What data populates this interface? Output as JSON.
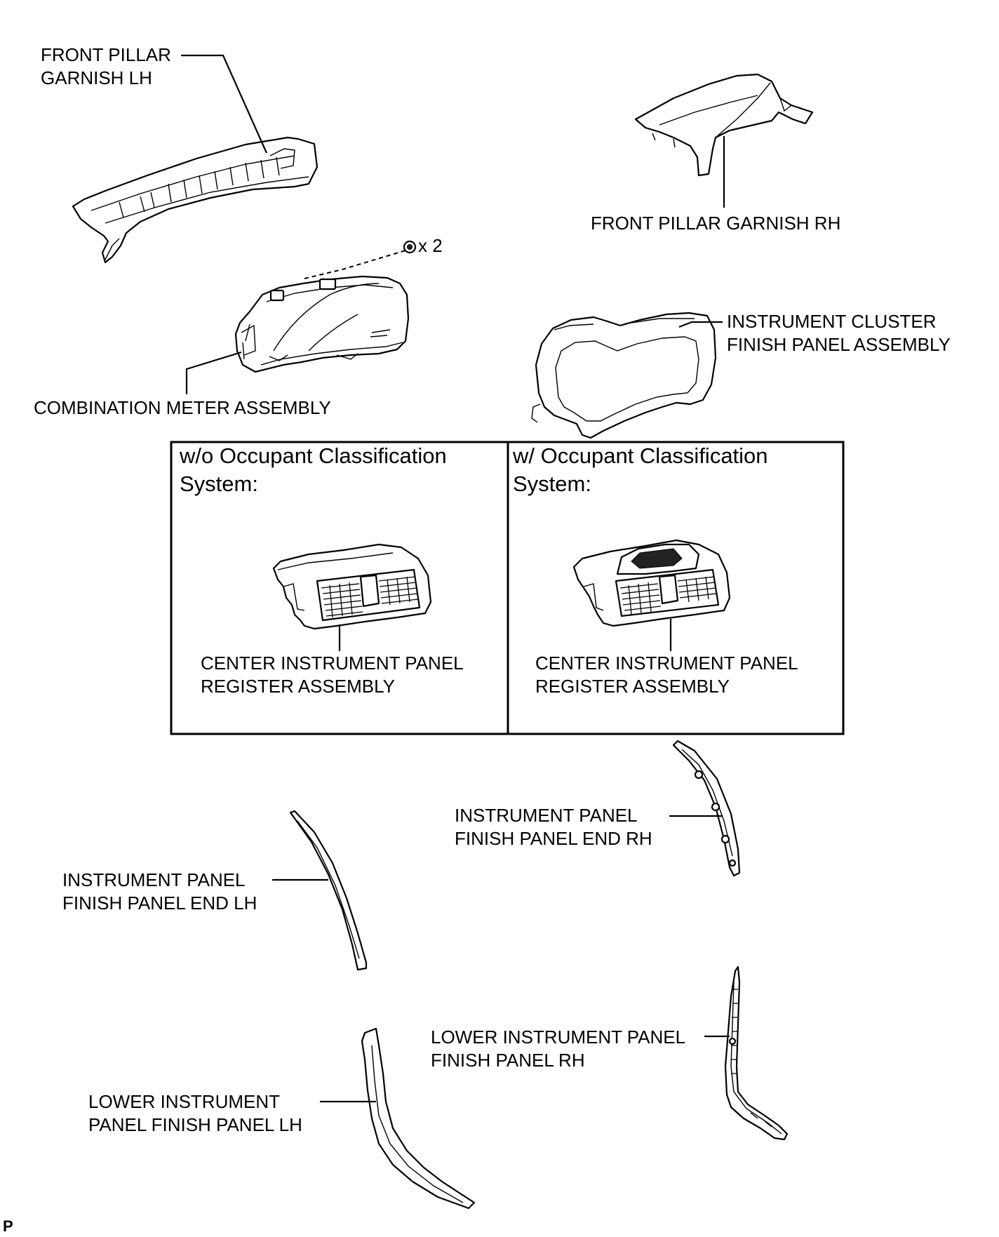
{
  "labels": {
    "front_pillar_lh": [
      "FRONT PILLAR",
      "GARNISH LH"
    ],
    "front_pillar_rh": [
      "FRONT PILLAR GARNISH RH"
    ],
    "clip_count": "x 2",
    "cluster_finish": [
      "INSTRUMENT CLUSTER",
      "FINISH PANEL ASSEMBLY"
    ],
    "combination_meter": [
      "COMBINATION METER ASSEMBLY"
    ],
    "register_wo": [
      "CENTER INSTRUMENT PANEL",
      "REGISTER ASSEMBLY"
    ],
    "register_w": [
      "CENTER INSTRUMENT PANEL",
      "REGISTER ASSEMBLY"
    ],
    "end_rh": [
      "INSTRUMENT PANEL",
      "FINISH PANEL END RH"
    ],
    "end_lh": [
      "INSTRUMENT PANEL",
      "FINISH PANEL END LH"
    ],
    "lower_rh": [
      "LOWER INSTRUMENT PANEL",
      "FINISH PANEL RH"
    ],
    "lower_lh": [
      "LOWER INSTRUMENT",
      "PANEL FINISH PANEL LH"
    ]
  },
  "variants": {
    "without_ocs": [
      "w/o Occupant Classification",
      "System:"
    ],
    "with_ocs": [
      "w/ Occupant Classification",
      "System:"
    ]
  },
  "corner_mark": "P"
}
